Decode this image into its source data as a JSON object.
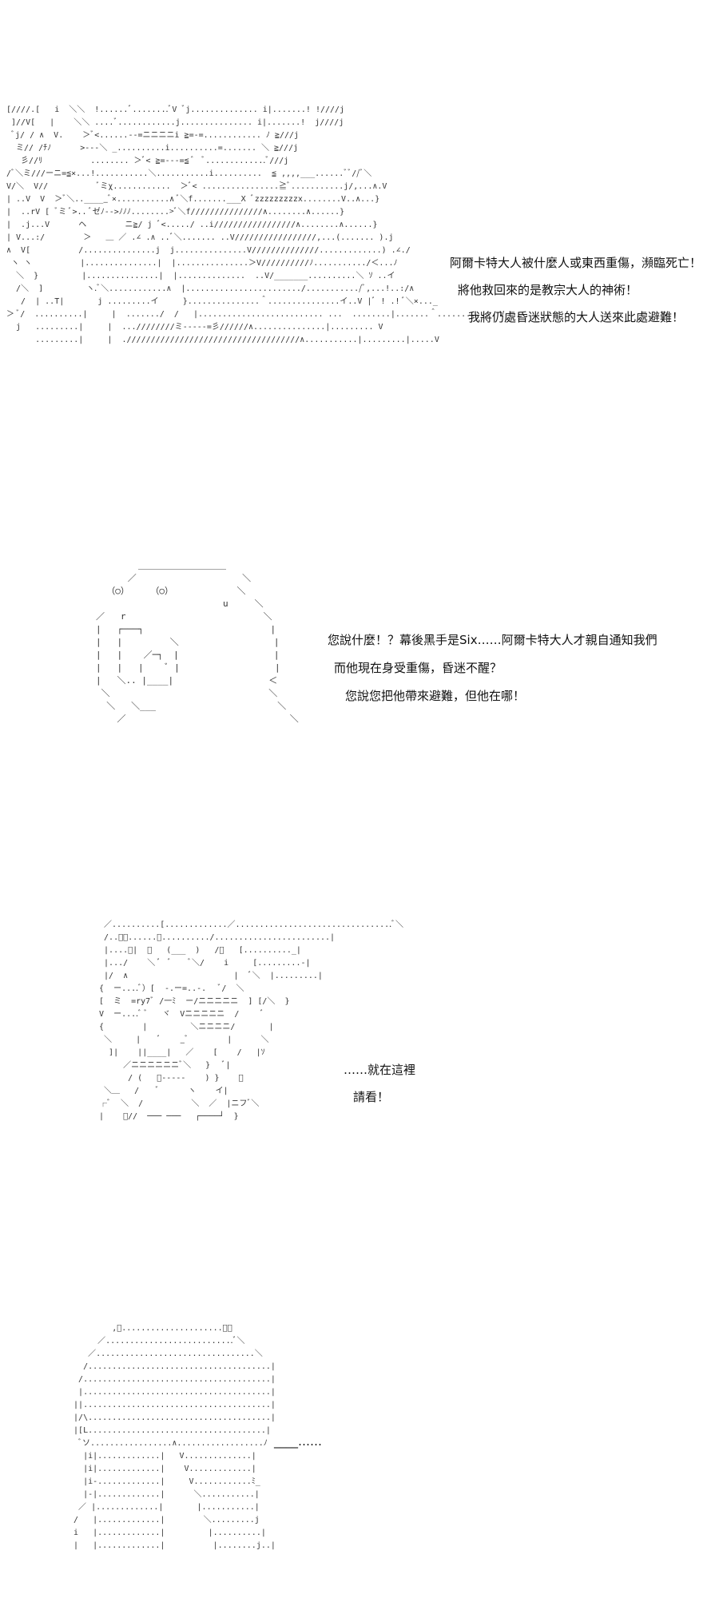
{
  "colors": {
    "background": "#ffffff",
    "text": "#111111",
    "art": "#333333"
  },
  "panels": [
    {
      "art": "[////.[   i  ＼＼  !......ﾞ........ﾞV ﾞj.............. i|.......! !////j\n ]//V[   |    ＼＼ ....ﾞ............j............... i|.......!  j////j\n ﾞj/ / ∧  V.    ＞ﾞ<......--=ニニニニi ≧=-=............ ﾉ ≧///j\n  ミ// /ﾁﾉ      >---＼ _..........i..........=....... ＼ ≧///j\n   彡//ﾘ          ........ ＞ﾞ< ≧=---=≦ ﾞ  ﾞ.............ﾞ///j\n/ﾞ＼ミ///ーニ=≦×...!...........＼...........i..........  ≦ ,,,,___......ﾞﾞ//ﾞ＼\nV/＼  V//          ﾞミχ............  ＞ﾞ< ................≧ﾞ...........j/,...∧.V\n| ..V  V  ＞ﾞ＼.._____ﾞ×...........∧ ﾞ＼f.......___X ﾞzzzzzzzzzx........V..∧...}\n|  ..rV [ ﾞミ ﾞ>.. ﾞゼﾉ-->ﾉﾉﾉ........>ﾞ＼f///////////////∧........∧......}\n|  .j...V      ヘ        ニ≧/ j ﾞ<...../ ..i/////////////////∧........∧......}\n| V...:/        ＞   ＿ ／ .∠ .∧ ..ﾞ＼....... ..V/////////////////,...(....... ).j\n∧  V[          /...............j  j...............V//////////////.............) .∠./\n ヽ ヽ          |...............|  |...............＞V//////////ﾉ.........../＜...ﾉ\n  ＼  }         |...............|  |..............  ..V/_______..........＼ ｿ ..イ\n  /＼  ]         ヽ.ﾞ＼............∧  |......................../.........../ﾞ,...!..:/∧\n   /  | ..T|       j .........イ     }...............＾...............イ..V |ﾞ ! .! ﾞ＼×..._\n＞ ﾞ/  ..........|     |  ......./  /   |.......................... ...  ........|.......＾...........  V\n  j   .........|     |  ...////////ミ-----=彡//////∧...............|......... V\n      .........|     |  .////////////////////////////////////∧...........|.........|.....V",
      "lines": [
        "阿爾卡特大人被什麼人或東西重傷，瀕臨死亡！",
        "將他救回來的是教宗大人的神術！",
        "我將仍處昏迷狀態的大人送來此處避難！"
      ]
    },
    {
      "art": "        ＿＿＿＿＿＿＿＿＿＿\n      ／                    ＼\n  （○）    （○）            ＼\n                        u     ＼\n／   r                          ＼\n|   ┌───┐                        |\n|   |         ＼                  |\n|   |    ／─┐  |                  |\n|   |   |    ﾞ |                  |\n|   ＼.. |____|                  ＜\n ＼                              ＼\n  ＼   ＼___                       ＼\n    ／                               ＼",
      "lines": [
        "您說什麼！？幕後黑手是Six……阿爾卡特大人才親自通知我們",
        "而他現在身受重傷，昏迷不醒？",
        "您說您把他帶來避難，但他在哪！"
      ]
    },
    {
      "art": "  ／..........[.............／.................................ﾞ＼\n  /..ﾞ＼......＼........../........................|\n  |....ﾞ|  ＼   (___  )   /＼   [.........._|\n  |.../    ＼ ﾞ  ﾞ    ﾞ＼/    i     [.........-|\n  |/  ∧                      |  ﾞ＼  |.........|\n {  ー....ﾞ）[  -.ー=..-.   ﾞ/  ＼\n [  ミ  =ry7ﾞ /一ﾐ  ー/ニニニニニ  ] [/＼  }\n V  ー....ﾞ ﾞ   ヾ  Vニニニニニ  /     ﾞ\n {        |         ＼ニニニニ/       |\n  ＼     |    ﾞ    _ﾞ        |      ＼\n   ]|    ||____|   ／    [    /   |ｿ\n      ／ニニニニニニﾞ＼   }   ﾞ|\n       / (   ﾞ-----    ) }    ／\n  ＼＿   /    ﾞ      ヽ    イ|\n ┌ﾞ  ＼  /          ＼  ／  |ニフﾞ＼\n |    ﾞ//  ─── ───   ┌────┘  }",
      "lines": [
        "……就在這裡",
        "請看！"
      ]
    },
    {
      "art": "          ,ﾞ.....................ﾞ＼\n       ／...........................ﾞ＼\n     ／.................................＼\n    /......................................|\n   /.......................................|\n   |.......................................|\n  ||.......................................|\n  |/\\......................................|\n  |[L.....................................|\n   ﾞソ.................∧..................ﾉ\n    |i|.............|   V..............|\n    |i|.............|    V.............|\n    |i-.............|     V............ﾐ_\n    |-|.............|      ＼...........|\n   ／ |.............|       |...........|\n  /   |.............|        ＼.........j\n  i   |.............|         |..........|\n  |   |.............|          |........j..|",
      "lines": [
        "____……"
      ]
    }
  ]
}
